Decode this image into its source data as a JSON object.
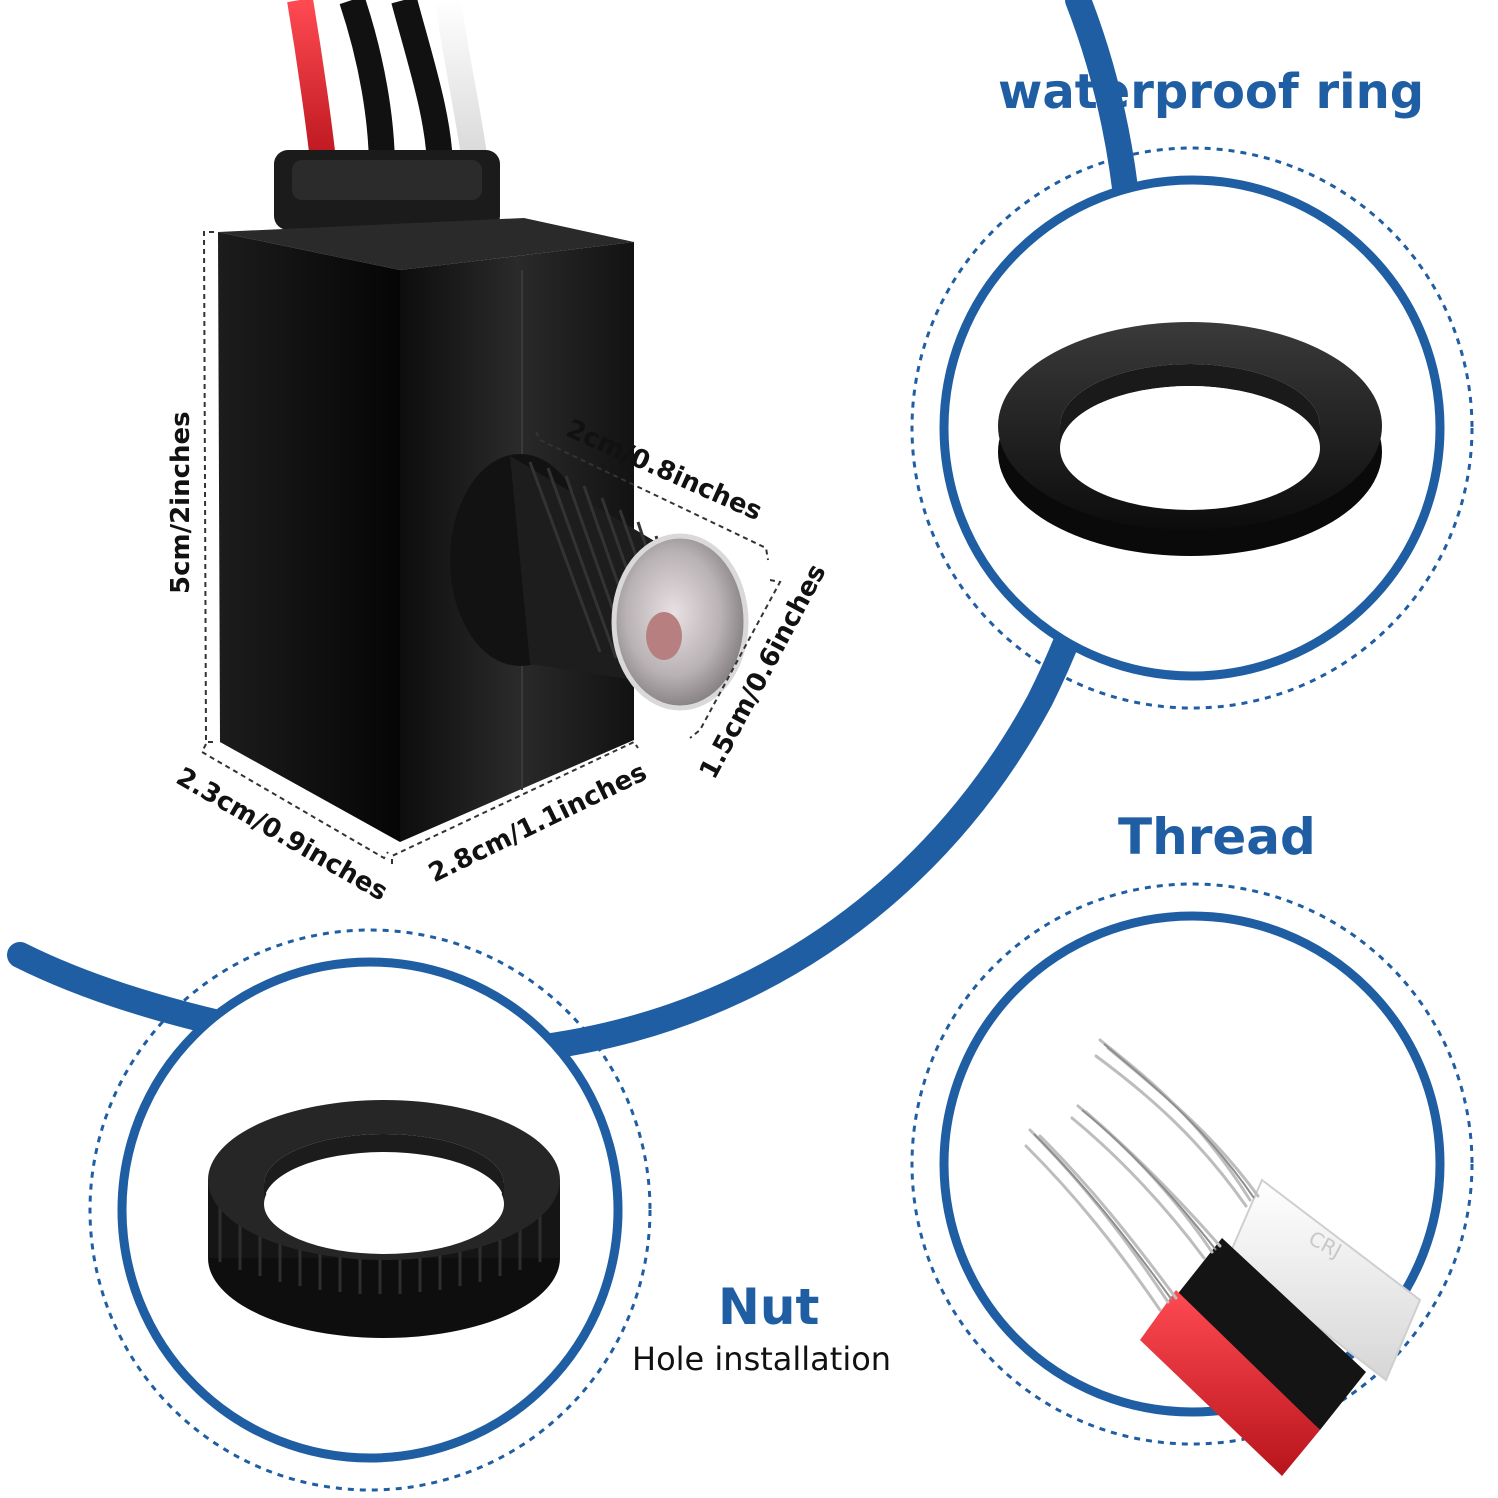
{
  "colors": {
    "accent": "#1f5ea3",
    "text_dark": "#111111",
    "sensor_body": "#171717",
    "wire_red": "#e0202a",
    "wire_black": "#111111",
    "wire_white": "#f2f2f2",
    "copper_strand": "#c9c9c9"
  },
  "labels": {
    "waterproof_ring": "waterproof ring",
    "thread": "Thread",
    "nut": "Nut",
    "hole_installation": "Hole installation"
  },
  "dimensions": {
    "height": "5cm/2inches",
    "lens_length": "2cm/0.8inches",
    "lens_diameter": "1.5cm/0.6inches",
    "depth": "2.3cm/0.9inches",
    "width": "2.8cm/1.1inches"
  },
  "printed_marks": {
    "wire_print": "CRJ"
  },
  "icons": [
    "photocell-sensor",
    "rubber-ring",
    "threaded-nut",
    "stripped-wires"
  ]
}
